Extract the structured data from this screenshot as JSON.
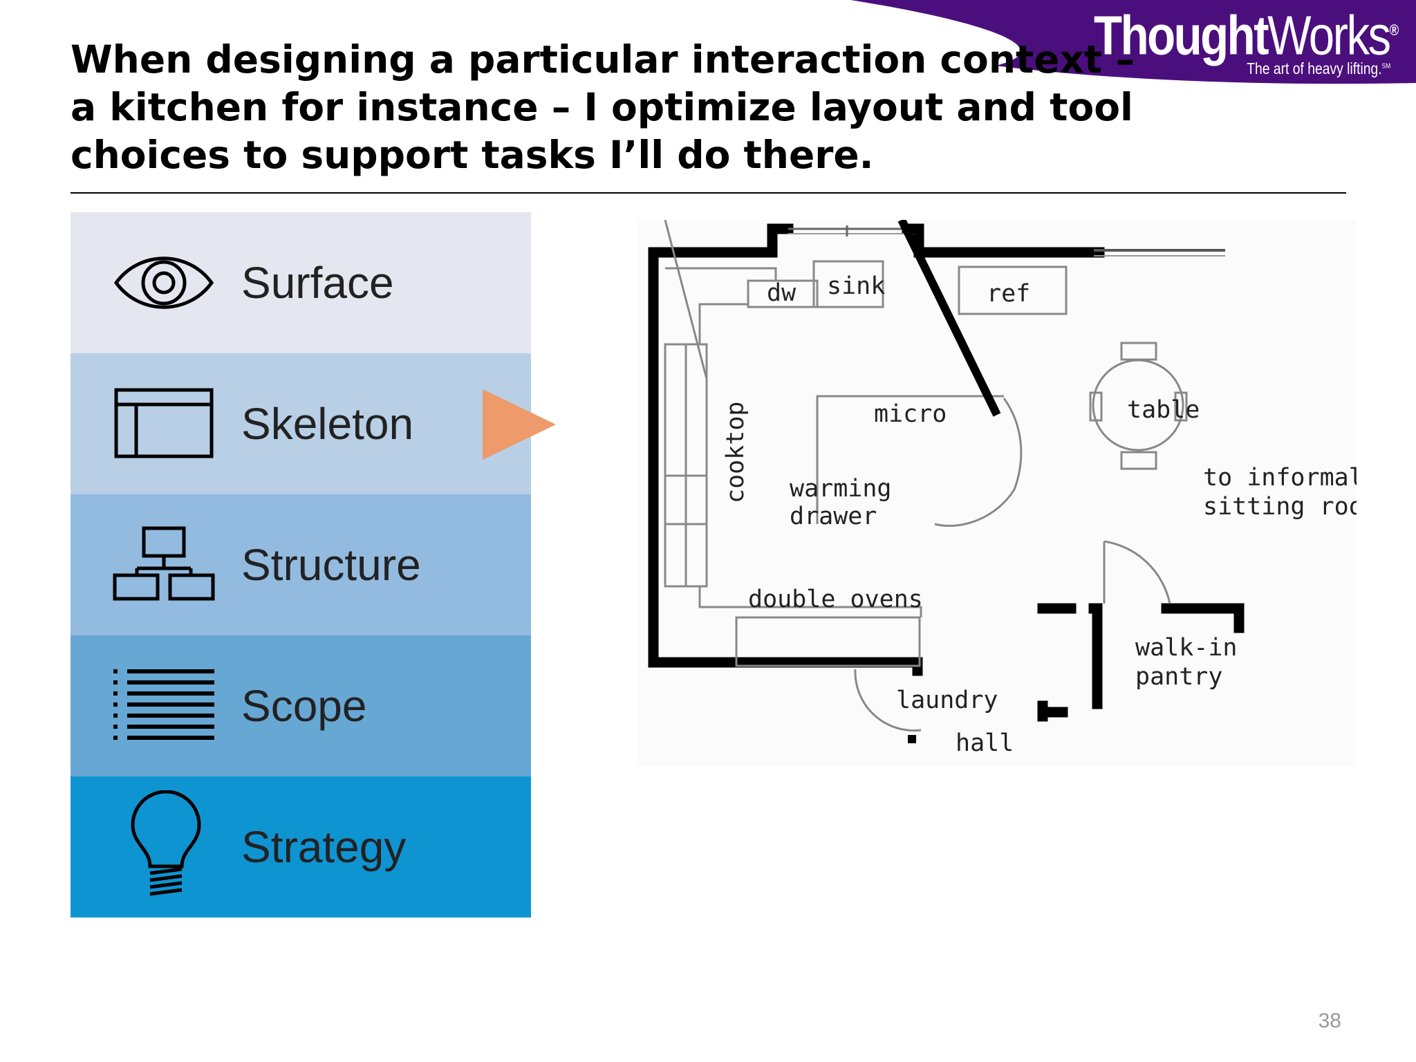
{
  "brand": {
    "name_bold": "Thought",
    "name_light": "Works",
    "name_mark": "®",
    "tagline": "The art of heavy lifting.",
    "tagline_mark": "SM",
    "color": "#4b0f7d"
  },
  "title": "When designing a particular interaction context – a kitchen for instance – I optimize layout and tool choices to support tasks I’ll do there.",
  "layers": [
    {
      "label": "Surface",
      "icon": "eye-icon",
      "color": "#e4e7ef"
    },
    {
      "label": "Skeleton",
      "icon": "wireframe-layout-icon",
      "color": "#b8cfe6"
    },
    {
      "label": "Structure",
      "icon": "hierarchy-icon",
      "color": "#93badf"
    },
    {
      "label": "Scope",
      "icon": "list-icon",
      "color": "#67a7d4"
    },
    {
      "label": "Strategy",
      "icon": "lightbulb-icon",
      "color": "#0f94d2"
    }
  ],
  "pointer": {
    "icon": "triangle-pointer-icon",
    "target": "Skeleton",
    "color": "#ee9a6a"
  },
  "floor_plan": {
    "labels": {
      "dw": "dw",
      "sink": "sink",
      "ref": "ref",
      "table": "table",
      "cooktop": "cooktop",
      "micro": "micro",
      "warming": "warming",
      "drawer": "drawer",
      "informal_1": "to informal",
      "informal_2": "sitting room",
      "double_ovens": "double ovens",
      "walkin_1": "walk-in",
      "walkin_2": "pantry",
      "laundry": "laundry",
      "hall": "hall"
    }
  },
  "page_number": "38"
}
